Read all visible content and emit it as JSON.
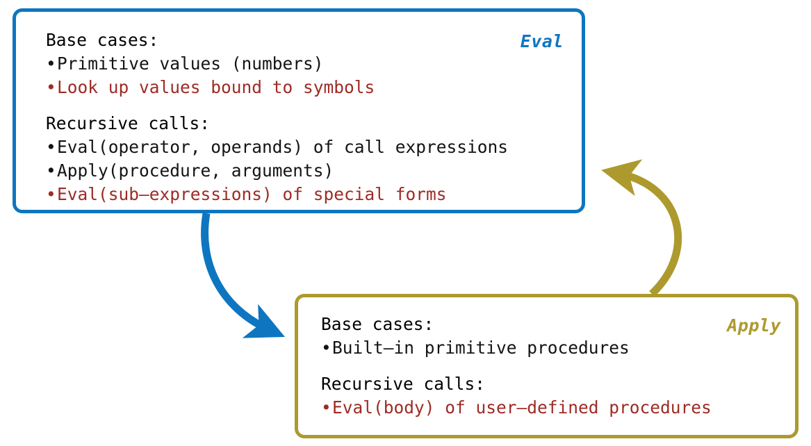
{
  "diagram": {
    "title_hidden": "",
    "colors": {
      "eval_blue": "#0E76C0",
      "apply_olive": "#AD9A2E",
      "text_black": "#141414",
      "text_red": "#9E2B25",
      "background": "#FFFFFF"
    },
    "nodes": [
      {
        "id": "eval",
        "label": "Eval",
        "groups": [
          {
            "heading": "Base cases:",
            "items": [
              {
                "text": "Primitive values (numbers)",
                "color": "black"
              },
              {
                "text": "Look up values bound to symbols",
                "color": "red"
              }
            ]
          },
          {
            "heading": "Recursive calls:",
            "items": [
              {
                "text": "Eval(operator, operands) of call expressions",
                "color": "black"
              },
              {
                "text": "Apply(procedure, arguments)",
                "color": "black"
              },
              {
                "text": "Eval(sub–expressions) of special forms",
                "color": "red"
              }
            ]
          }
        ]
      },
      {
        "id": "apply",
        "label": "Apply",
        "groups": [
          {
            "heading": "Base cases:",
            "items": [
              {
                "text": "Built–in primitive procedures",
                "color": "black"
              }
            ]
          },
          {
            "heading": "Recursive calls:",
            "items": [
              {
                "text": "Eval(body) of user–defined procedures",
                "color": "red"
              }
            ]
          }
        ]
      }
    ],
    "edges": [
      {
        "id": "eval-to-apply",
        "from": "eval",
        "to": "apply",
        "color": "#0E76C0"
      },
      {
        "id": "apply-to-eval",
        "from": "apply",
        "to": "eval",
        "color": "#AD9A2E"
      }
    ],
    "bullet_glyph": "•"
  }
}
